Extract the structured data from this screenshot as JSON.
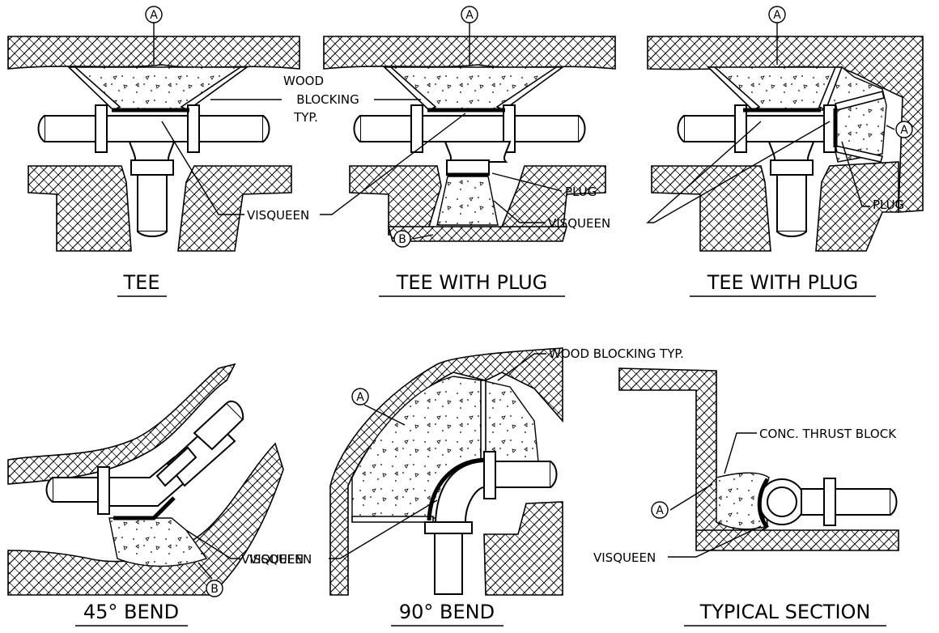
{
  "labels": {
    "wood_blocking_l1": "WOOD",
    "wood_blocking_l2": "BLOCKING",
    "wood_blocking_l3": "TYP.",
    "visqueen": "VISQUEEN",
    "plug": "PLUG",
    "wood_blocking_typ": "WOOD BLOCKING TYP.",
    "conc_thrust_block": "CONC. THRUST BLOCK",
    "callout_a": "A",
    "callout_b": "B"
  },
  "titles": {
    "tee": "TEE",
    "tee_with_plug": "TEE WITH PLUG",
    "tee_with_plug_2": "TEE WITH PLUG",
    "bend_45": "45° BEND",
    "bend_90": "90° BEND",
    "typical_section": "TYPICAL SECTION"
  }
}
